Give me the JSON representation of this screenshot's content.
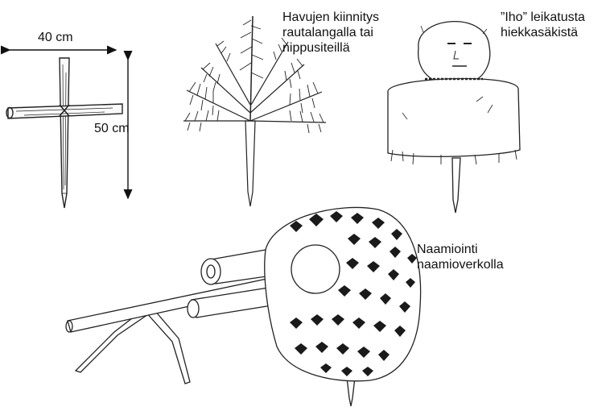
{
  "figure": {
    "cross_width_label": "40 cm",
    "cross_height_label": "50 cm",
    "branches_caption": "Havujen kiinnitys\nrautalangalla tai\nnippusiteillä",
    "skin_caption": "”Iho” leikatusta\nhiekkasäkistä",
    "net_caption": "Naamiointi\nnaamioverkolla"
  }
}
